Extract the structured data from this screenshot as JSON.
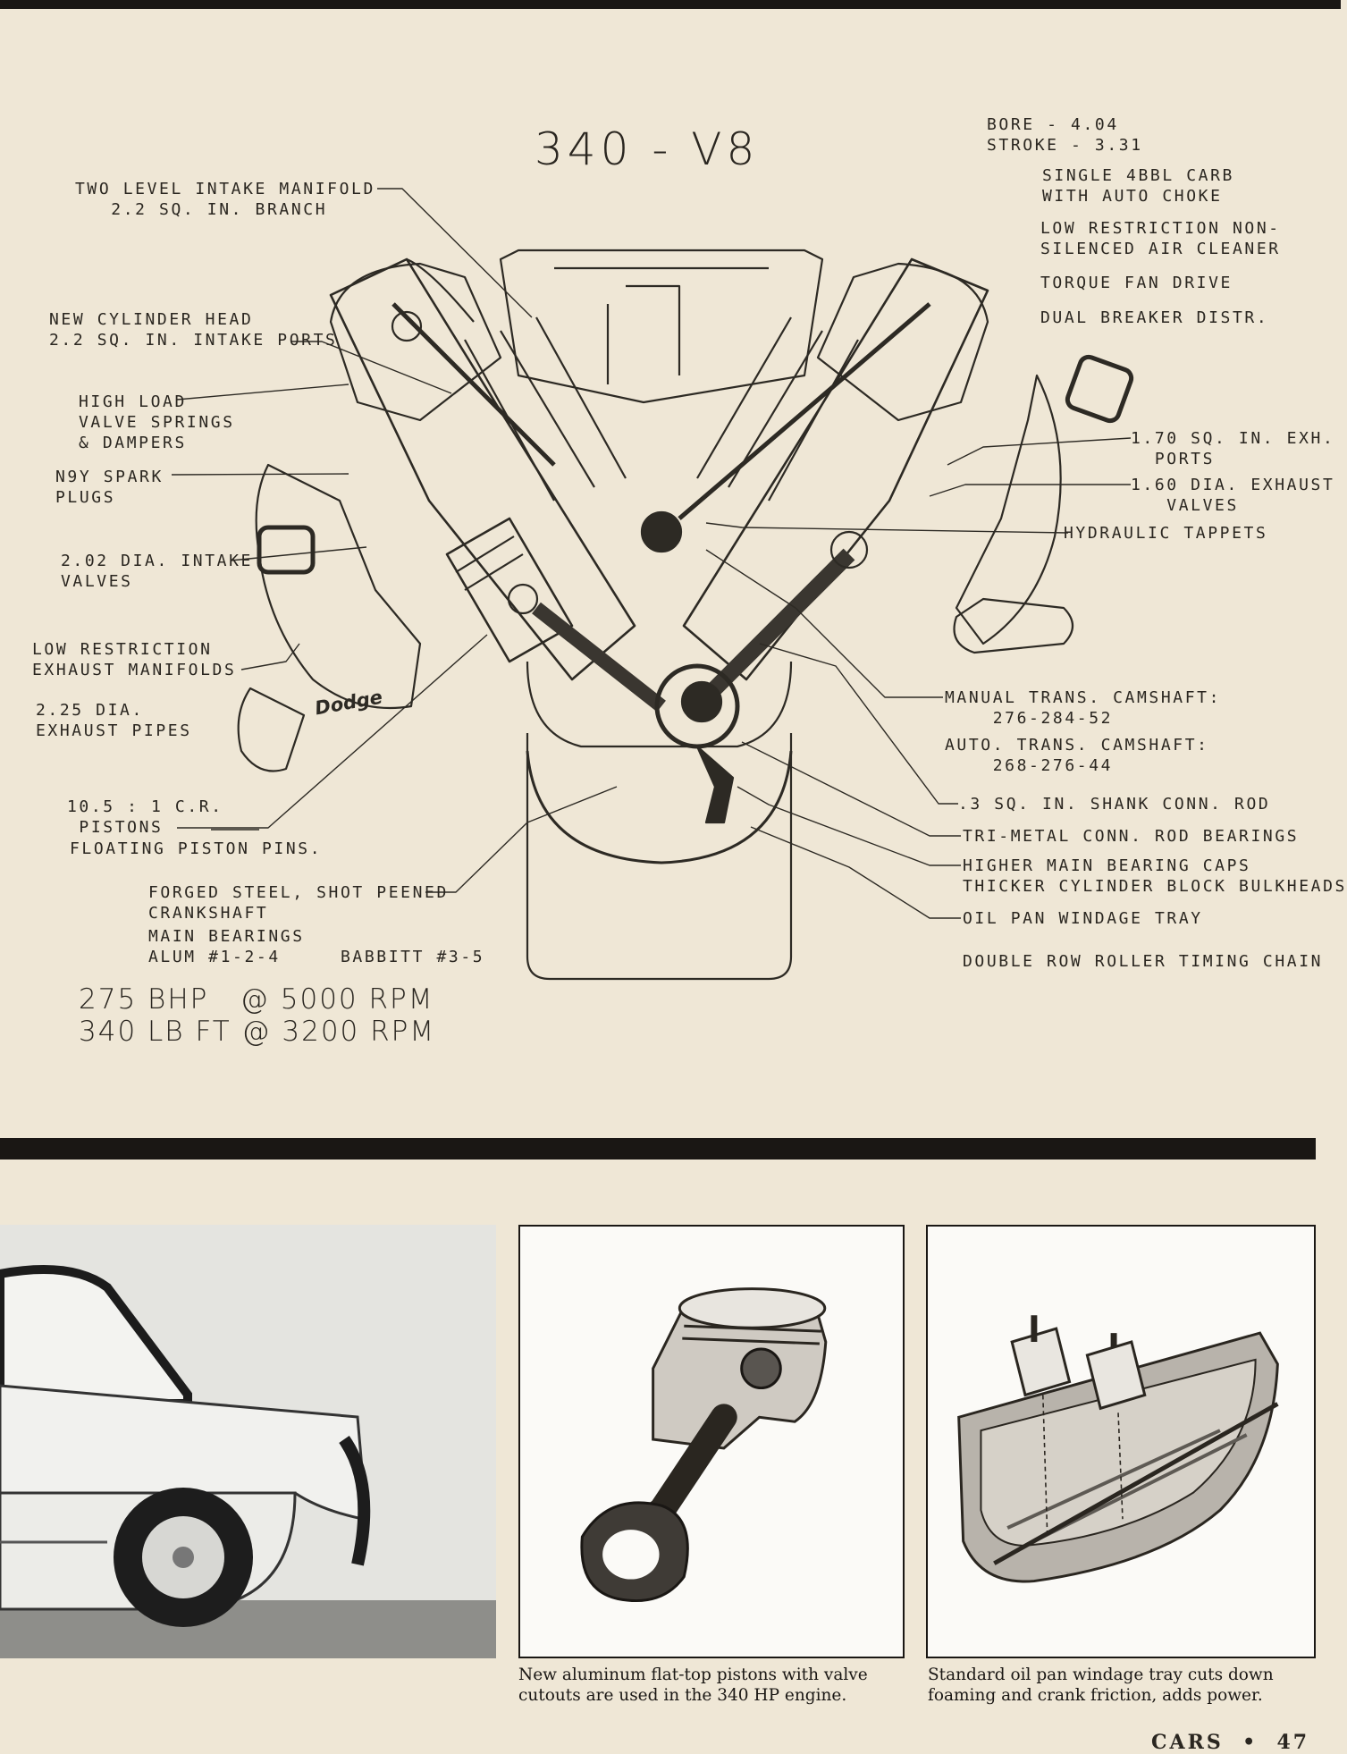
{
  "diagram": {
    "title": "340 - V8",
    "labels": [
      {
        "id": "intake-manifold",
        "text": "TWO LEVEL INTAKE MANIFOLD\n   2.2 SQ. IN. BRANCH"
      },
      {
        "id": "cylinder-head",
        "text": "NEW CYLINDER HEAD\n2.2 SQ. IN. INTAKE PORTS"
      },
      {
        "id": "valve-springs",
        "text": "HIGH LOAD\nVALVE SPRINGS\n& DAMPERS"
      },
      {
        "id": "spark-plugs",
        "text": "N9Y SPARK\nPLUGS"
      },
      {
        "id": "intake-valves",
        "text": "2.02 DIA. INTAKE\nVALVES"
      },
      {
        "id": "exhaust-manifolds",
        "text": "LOW RESTRICTION\nEXHAUST MANIFOLDS"
      },
      {
        "id": "exhaust-pipes",
        "text": "2.25 DIA.\nEXHAUST PIPES"
      },
      {
        "id": "pistons",
        "text": "10.5 : 1 C.R.\n PISTONS"
      },
      {
        "id": "piston-pins",
        "text": "FLOATING PISTON PINS."
      },
      {
        "id": "crankshaft",
        "text": "FORGED STEEL, SHOT PEENED\nCRANKSHAFT"
      },
      {
        "id": "main-bearings",
        "text": "MAIN BEARINGS\nALUM #1-2-4     BABBITT #3-5"
      },
      {
        "id": "bore-stroke",
        "text": "BORE - 4.04\nSTROKE - 3.31"
      },
      {
        "id": "carb",
        "text": "SINGLE 4BBL CARB\nWITH AUTO CHOKE"
      },
      {
        "id": "air-cleaner",
        "text": "LOW RESTRICTION NON-\nSILENCED AIR CLEANER"
      },
      {
        "id": "fan-drive",
        "text": "TORQUE FAN DRIVE"
      },
      {
        "id": "distributor",
        "text": "DUAL BREAKER DISTR."
      },
      {
        "id": "exhaust-ports",
        "text": "1.70 SQ. IN. EXH.\n  PORTS"
      },
      {
        "id": "exhaust-valves",
        "text": "1.60 DIA. EXHAUST\n   VALVES"
      },
      {
        "id": "tappets",
        "text": "HYDRAULIC TAPPETS"
      },
      {
        "id": "manual-cam",
        "text": "MANUAL TRANS. CAMSHAFT:\n    276-284-52"
      },
      {
        "id": "auto-cam",
        "text": "AUTO. TRANS. CAMSHAFT:\n    268-276-44"
      },
      {
        "id": "conn-rod",
        "text": ".3 SQ. IN. SHANK CONN. ROD"
      },
      {
        "id": "rod-bearings",
        "text": "TRI-METAL CONN. ROD BEARINGS"
      },
      {
        "id": "bearing-caps",
        "text": "HIGHER MAIN BEARING CAPS\nTHICKER CYLINDER BLOCK BULKHEADS"
      },
      {
        "id": "windage-tray",
        "text": "OIL PAN WINDAGE TRAY"
      },
      {
        "id": "timing-chain",
        "text": "DOUBLE ROW ROLLER TIMING CHAIN"
      }
    ],
    "logo_text": "Dodge",
    "performance": {
      "power": "275 BHP   @ 5000 RPM",
      "torque": "340 LB FT @ 3200 RPM"
    }
  },
  "captions": {
    "piston": "New aluminum flat-top pistons with valve cutouts are used in the 340 HP engine.",
    "windage": "Standard oil pan windage tray cuts down foaming and crank friction, adds power."
  },
  "footer": {
    "text": "CARS  •  47"
  }
}
